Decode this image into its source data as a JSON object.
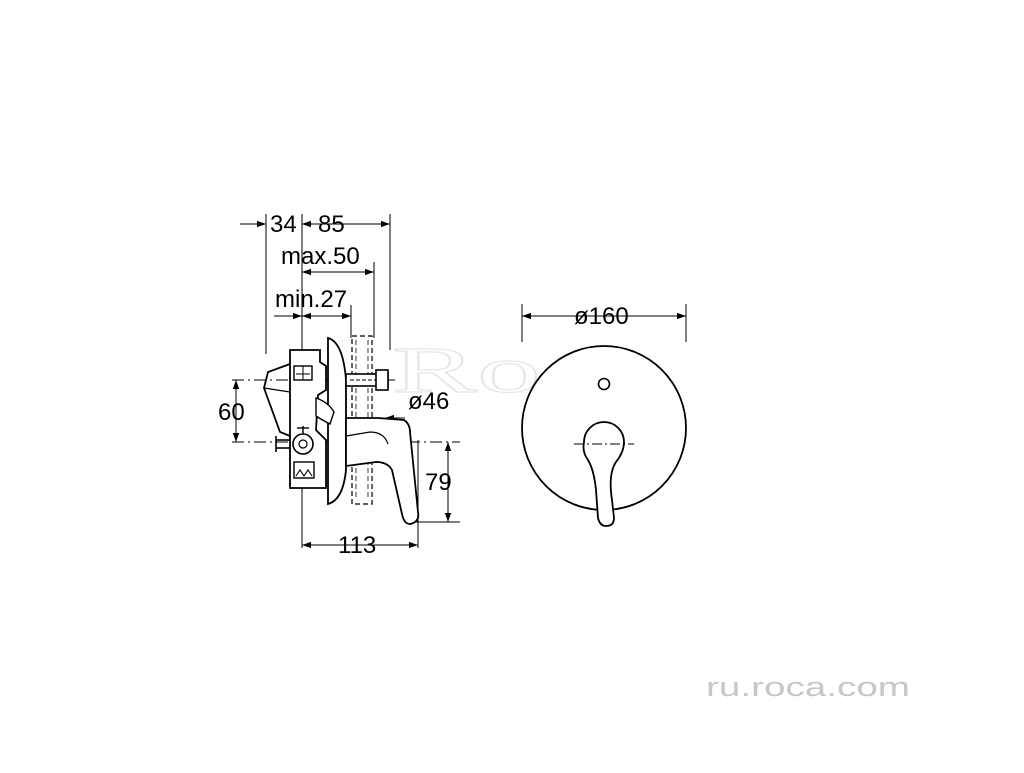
{
  "drawing": {
    "side_view": {
      "dimensions": {
        "d34": "34",
        "d85": "85",
        "max50": "max.50",
        "min27": "min.27",
        "d60": "60",
        "d46": "ø46",
        "d79": "79",
        "d113": "113"
      }
    },
    "front_view": {
      "dimensions": {
        "d160": "ø160"
      }
    },
    "watermark": "Roca",
    "website": "ru.roca.com"
  }
}
